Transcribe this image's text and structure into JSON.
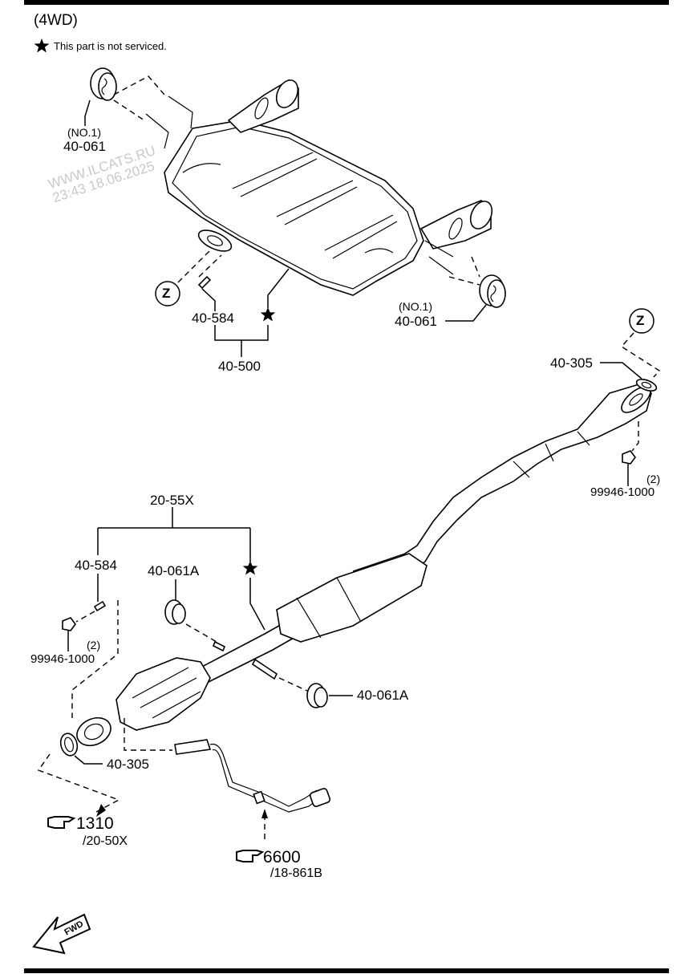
{
  "header": {
    "variant": "(4WD)",
    "legend_symbol": "star-icon",
    "legend_text": "This part is not serviced."
  },
  "watermark": {
    "line1": "WWW.ILCATS.RU",
    "line2": "23:43 18.06.2025"
  },
  "callouts": {
    "rear_hanger_left": {
      "qualifier": "(NO.1)",
      "part": "40-061"
    },
    "rear_hanger_right": {
      "qualifier": "(NO.1)",
      "part": "40-061"
    },
    "muffler_stud": {
      "part": "40-584"
    },
    "muffler_assembly": {
      "part": "40-500",
      "marker": "star-icon"
    },
    "ref_z_top": "Z",
    "ref_z_right": "Z",
    "gasket_rear": {
      "part": "40-305"
    },
    "nut_rear": {
      "qty": "(2)",
      "part": "99946-1000"
    },
    "front_assembly": {
      "part": "20-55X",
      "marker": "star-icon"
    },
    "front_stud": {
      "part": "40-584"
    },
    "front_nut": {
      "qty": "(2)",
      "part": "99946-1000"
    },
    "hanger_a_upper": {
      "part": "40-061A"
    },
    "hanger_a_lower": {
      "part": "40-061A"
    },
    "gasket_front": {
      "part": "40-305"
    }
  },
  "references": [
    {
      "icon": "pointing-hand-icon",
      "section": "1310",
      "sub": "/20-50X"
    },
    {
      "icon": "pointing-hand-icon",
      "section": "6600",
      "sub": "/18-861B"
    }
  ],
  "direction": {
    "icon": "forward-arrow-icon",
    "label": "FWD"
  }
}
